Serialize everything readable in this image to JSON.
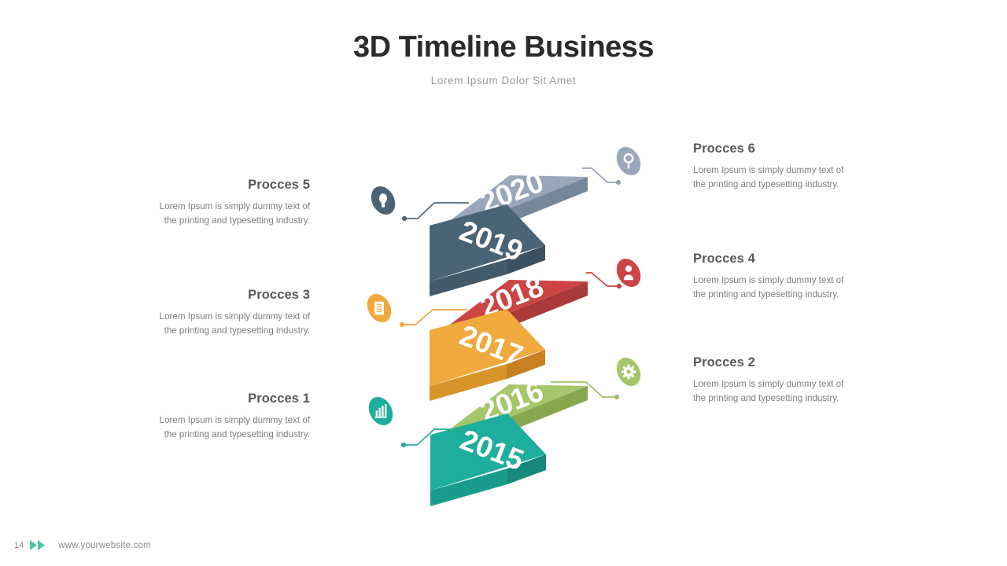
{
  "header": {
    "title": "3D Timeline Business",
    "subtitle": "Lorem Ipsum Dolor Sit Amet"
  },
  "body_text": "Lorem Ipsum is simply dummy text of the printing and typesetting industry.",
  "processes": [
    {
      "id": "p1",
      "title": "Procces 1",
      "body": "Lorem Ipsum is simply dummy text of the printing and typesetting industry.",
      "side": "left",
      "year": "2015",
      "icon": "bar-chart-icon",
      "color": "#1fae9c"
    },
    {
      "id": "p2",
      "title": "Procces 2",
      "body": "Lorem Ipsum is simply dummy text of the printing and typesetting industry.",
      "side": "right",
      "year": "2016",
      "icon": "gear-icon",
      "color": "#a5c66a"
    },
    {
      "id": "p3",
      "title": "Procces 3",
      "body": "Lorem Ipsum is simply dummy text of the printing and typesetting industry.",
      "side": "left",
      "year": "2017",
      "icon": "document-icon",
      "color": "#f0a93c"
    },
    {
      "id": "p4",
      "title": "Procces 4",
      "body": "Lorem Ipsum is simply dummy text of the printing and typesetting industry.",
      "side": "right",
      "year": "2018",
      "icon": "user-icon",
      "color": "#cc4444"
    },
    {
      "id": "p5",
      "title": "Procces 5",
      "body": "Lorem Ipsum is simply dummy text of the printing and typesetting industry.",
      "side": "left",
      "year": "2019",
      "icon": "lightbulb-icon",
      "color": "#4a6375"
    },
    {
      "id": "p6",
      "title": "Procces 6",
      "body": "Lorem Ipsum is simply dummy text of the printing and typesetting industry.",
      "side": "right",
      "year": "2020",
      "icon": "magnifier-icon",
      "color": "#9aa7bb"
    }
  ],
  "timeline": {
    "years": [
      "2015",
      "2016",
      "2017",
      "2018",
      "2019",
      "2020"
    ],
    "colors": {
      "2015": "#1fae9c",
      "2016": "#a5c66a",
      "2017": "#f0a93c",
      "2018": "#cc4444",
      "2019": "#4a6375",
      "2020": "#9aa7bb"
    },
    "year_label_color": "#ffffff"
  },
  "footer": {
    "page": "14",
    "website": "www.yourwebsite.com",
    "chevron_color": "#4cc3ab"
  }
}
